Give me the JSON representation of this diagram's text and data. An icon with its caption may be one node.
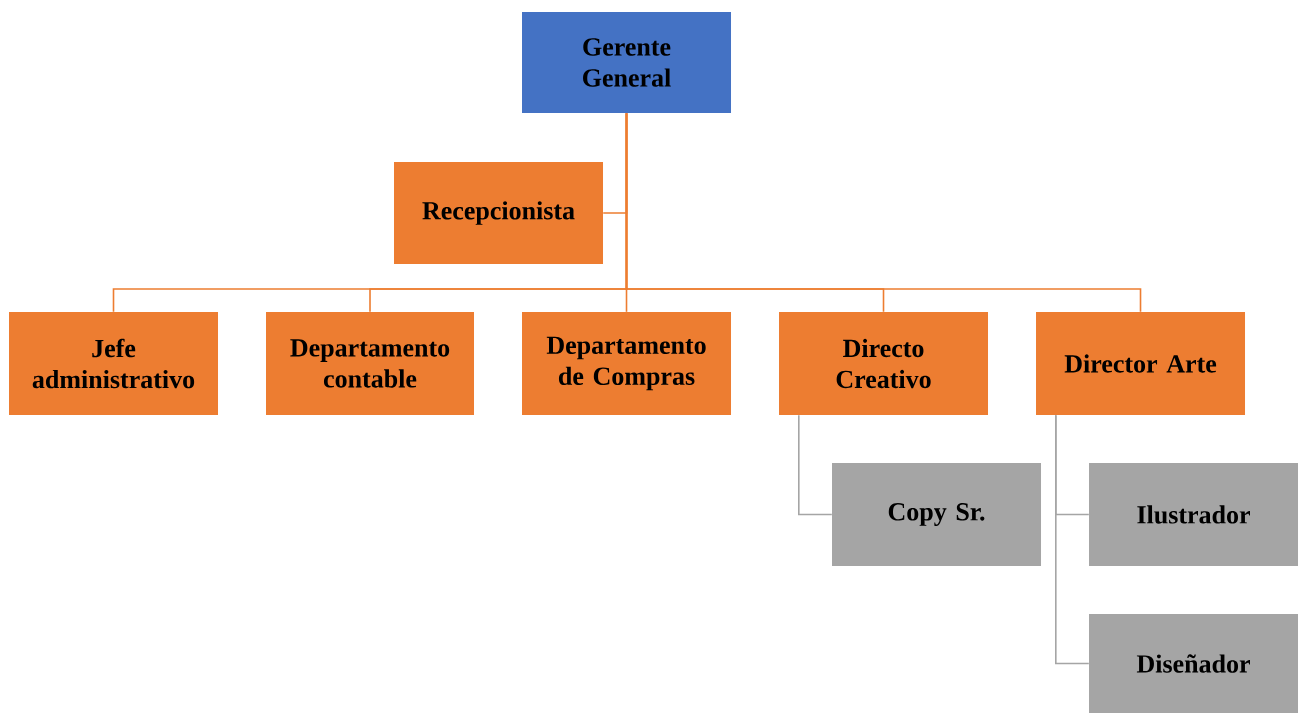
{
  "diagram": {
    "nodes": [
      {
        "text": [
          "Gerente General"
        ]
      },
      {
        "text": [
          "Recepcionista"
        ]
      },
      {
        "text": [
          "Jefe administrativo"
        ]
      },
      {
        "text": [
          "Departamento contable"
        ]
      },
      {
        "text": [
          "Departamento de Compras"
        ]
      },
      {
        "text": [
          "Directo Creativo"
        ]
      },
      {
        "text": [
          "Director Arte"
        ]
      },
      {
        "text": [
          "Copy Sr."
        ]
      },
      {
        "text": [
          "Ilustrador"
        ]
      },
      {
        "text": [
          "Diseñador"
        ]
      }
    ],
    "edges": [
      {
        "from": 0,
        "to": 1,
        "arrow": "none"
      },
      {
        "from": 0,
        "to": 2,
        "arrow": "none"
      },
      {
        "from": 0,
        "to": 3,
        "arrow": "none"
      },
      {
        "from": 0,
        "to": 4,
        "arrow": "none"
      },
      {
        "from": 0,
        "to": 5,
        "arrow": "none"
      },
      {
        "from": 0,
        "to": 6,
        "arrow": "none"
      },
      {
        "from": 5,
        "to": 7,
        "arrow": "none",
        "color": "#a5a5a5"
      },
      {
        "from": 6,
        "to": 8,
        "arrow": "none",
        "color": "#a5a5a5"
      },
      {
        "from": 6,
        "to": 9,
        "arrow": "none",
        "color": "#a5a5a5"
      }
    ]
  }
}
